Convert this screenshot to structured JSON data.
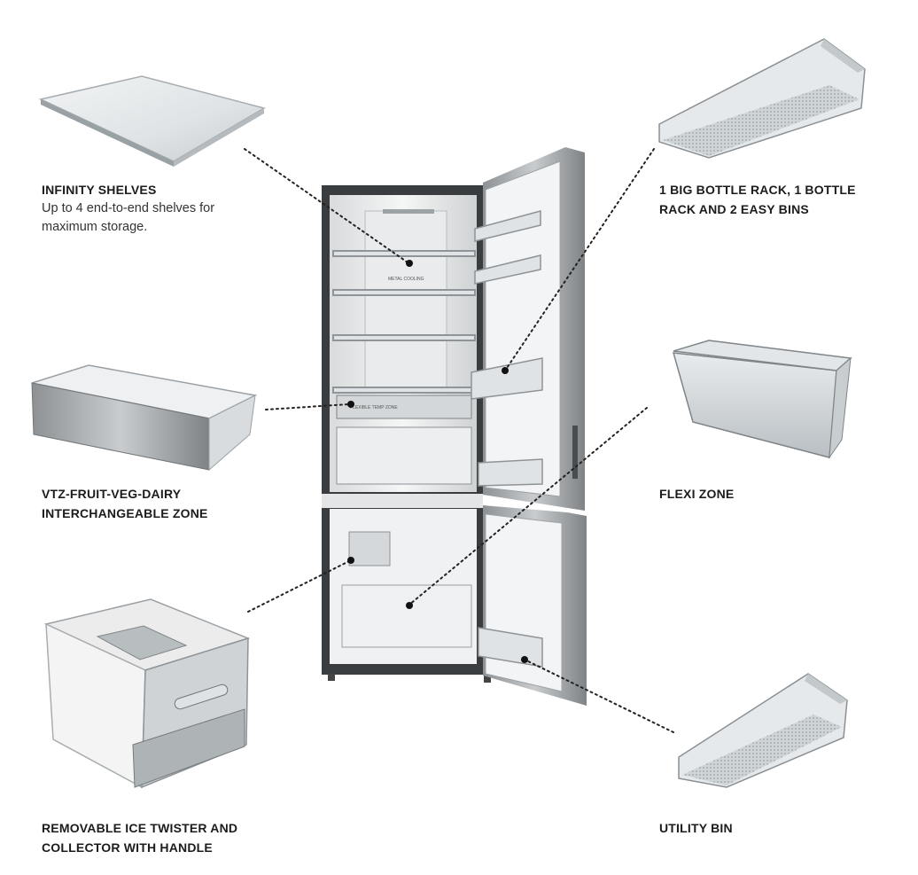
{
  "callouts": {
    "infinity_shelves": {
      "title": "INFINITY SHELVES",
      "desc_1": "Up to 4 end-to-end shelves for",
      "desc_2": "maximum storage."
    },
    "bottle_rack": {
      "title_1": "1 BIG BOTTLE RACK, 1 BOTTLE",
      "title_2": "RACK AND 2 EASY BINS"
    },
    "vtz_zone": {
      "title_1": "VTZ-FRUIT-VEG-DAIRY",
      "title_2": "INTERCHANGEABLE ZONE"
    },
    "flexi_zone": {
      "title": "FLEXI ZONE"
    },
    "ice_twister": {
      "title_1": "REMOVABLE ICE TWISTER AND",
      "title_2": "COLLECTOR WITH HANDLE"
    },
    "utility_bin": {
      "title": "UTILITY BIN"
    }
  },
  "product_markings": {
    "ceiling_marking": "METAL COOLING",
    "zone_marking": "FLEXIBLE TEMP ZONE"
  },
  "colors": {
    "stainless": "#b9bcbf",
    "dark_trim": "#3a3d40",
    "liner": "#f3f4f5",
    "leader": "#222222"
  }
}
